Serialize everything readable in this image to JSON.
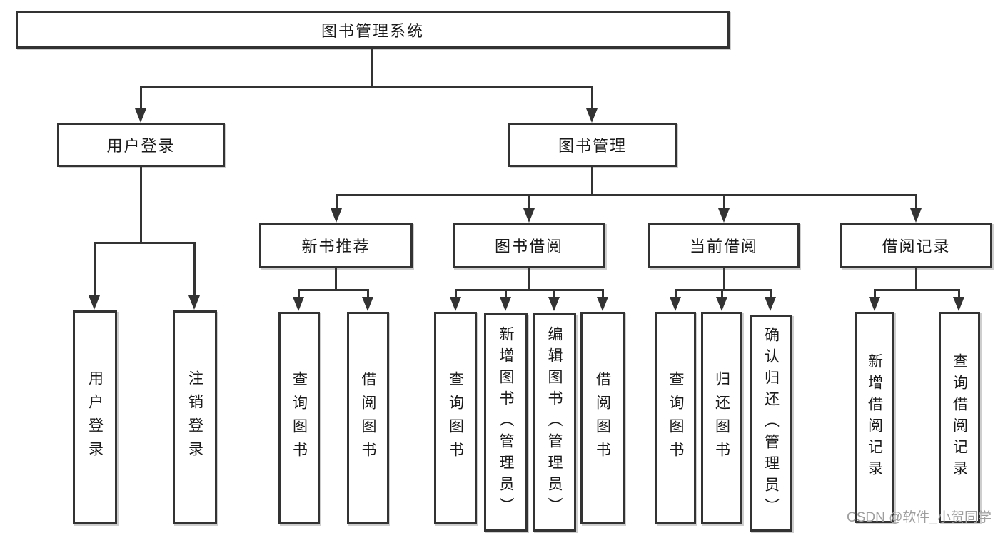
{
  "tree": {
    "root": {
      "label": "图书管理系统"
    },
    "branches": [
      {
        "label": "用户登录",
        "children": [
          {
            "label": "用户登录"
          },
          {
            "label": "注销登录"
          }
        ]
      },
      {
        "label": "图书管理",
        "children": [
          {
            "label": "新书推荐",
            "children": [
              {
                "label": "查询图书"
              },
              {
                "label": "借阅图书"
              }
            ]
          },
          {
            "label": "图书借阅",
            "children": [
              {
                "label": "查询图书"
              },
              {
                "label": "新增图书（管理员）"
              },
              {
                "label": "编辑图书（管理员）"
              },
              {
                "label": "借阅图书"
              }
            ]
          },
          {
            "label": "当前借阅",
            "children": [
              {
                "label": "查询图书"
              },
              {
                "label": "归还图书"
              },
              {
                "label": "确认归还（管理员）"
              }
            ]
          },
          {
            "label": "借阅记录",
            "children": [
              {
                "label": "新增借阅记录"
              },
              {
                "label": "查询借阅记录"
              }
            ]
          }
        ]
      }
    ]
  },
  "watermark": {
    "text": "CSDN @软件_小贺同学"
  },
  "colors": {
    "line": "#333333",
    "text": "#1a1a1a",
    "watermark": "#9e9e9e",
    "background": "#ffffff"
  }
}
